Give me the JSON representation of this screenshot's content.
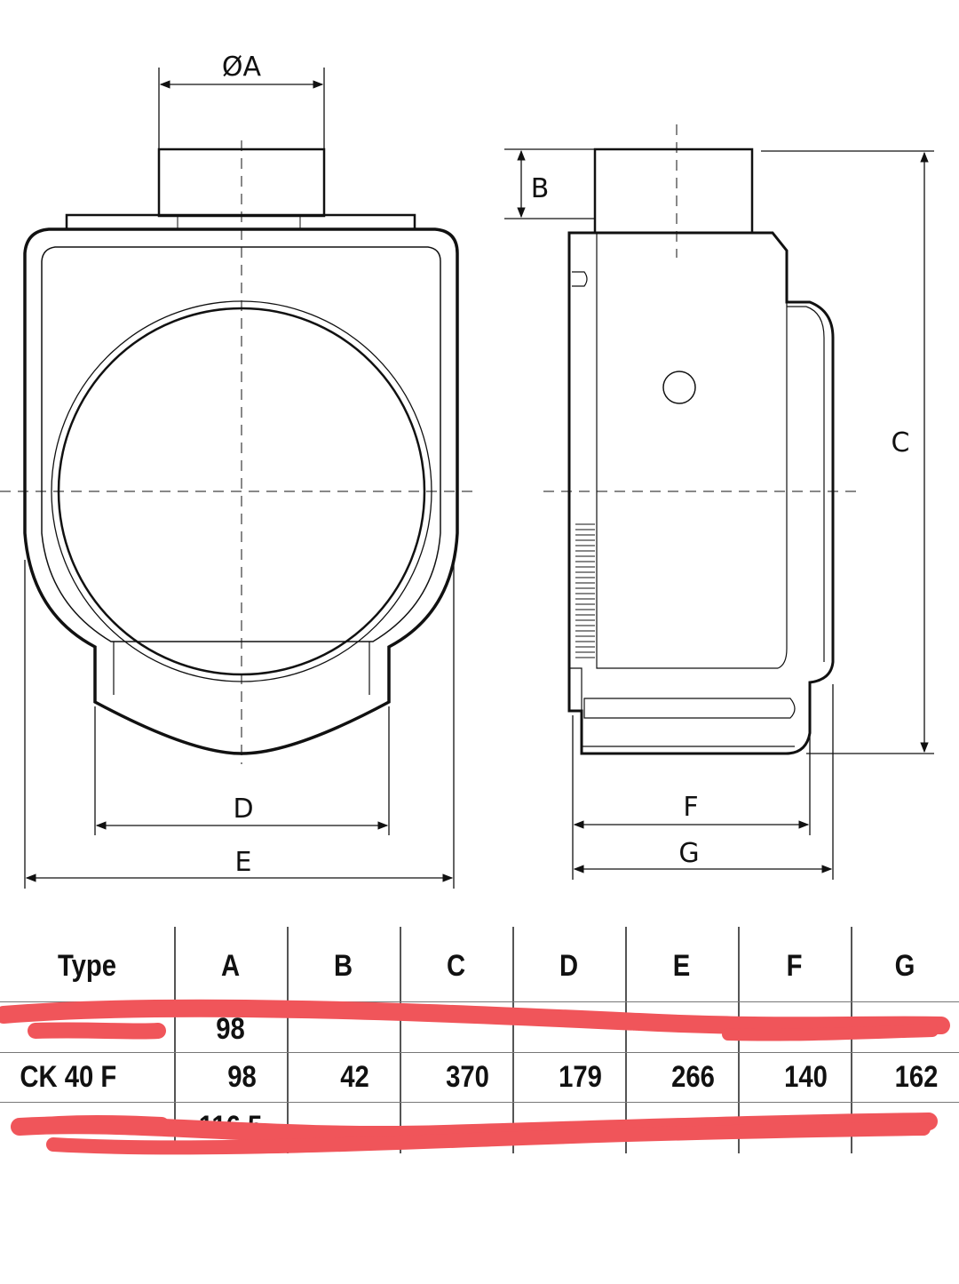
{
  "drawing": {
    "labels": {
      "A": "ØA",
      "B": "B",
      "C": "C",
      "D": "D",
      "E": "E",
      "F": "F",
      "G": "G"
    }
  },
  "table": {
    "headers": [
      "Type",
      "A",
      "B",
      "C",
      "D",
      "E",
      "F",
      "G"
    ],
    "rows": [
      {
        "redacted": true,
        "cells": [
          "",
          "98",
          "",
          "",
          "",
          "",
          "",
          ""
        ]
      },
      {
        "redacted": false,
        "cells": [
          "CK 40 F",
          "98",
          "42",
          "370",
          "179",
          "266",
          "140",
          "162"
        ]
      },
      {
        "redacted": true,
        "cells": [
          "",
          "116.5",
          "",
          "",
          "",
          "",
          "",
          ""
        ]
      }
    ]
  },
  "colors": {
    "line": "#111111",
    "grid": "#555555",
    "redaction": "#f0555a"
  }
}
